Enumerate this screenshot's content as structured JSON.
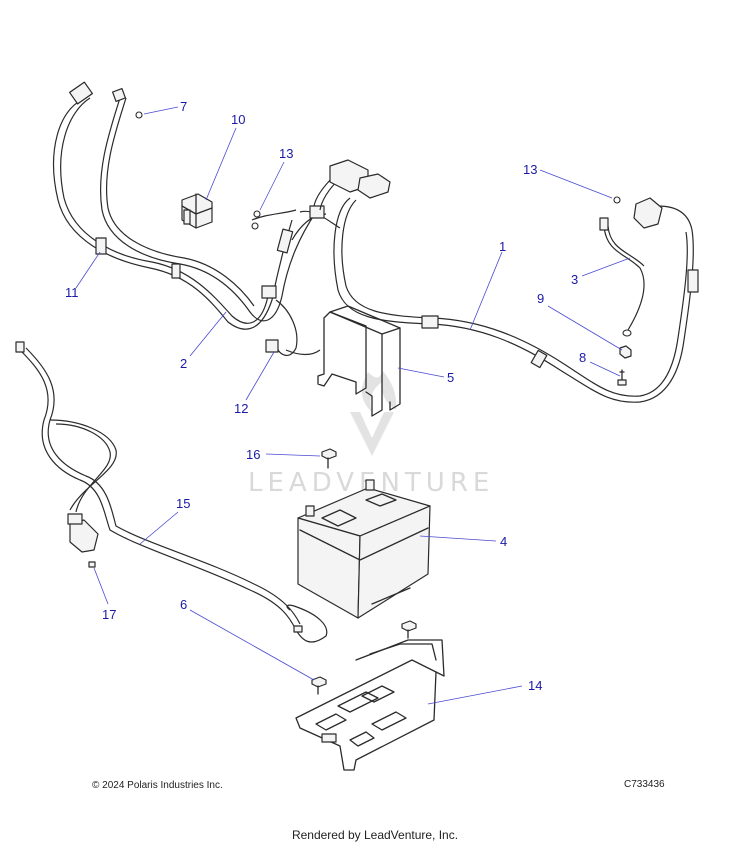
{
  "callouts": [
    {
      "label": "7"
    },
    {
      "label": "10"
    },
    {
      "label": "13"
    },
    {
      "label": "13"
    },
    {
      "label": "1"
    },
    {
      "label": "3"
    },
    {
      "label": "9"
    },
    {
      "label": "8"
    },
    {
      "label": "11"
    },
    {
      "label": "2"
    },
    {
      "label": "5"
    },
    {
      "label": "12"
    },
    {
      "label": "16"
    },
    {
      "label": "15"
    },
    {
      "label": "4"
    },
    {
      "label": "6"
    },
    {
      "label": "17"
    },
    {
      "label": "14"
    }
  ],
  "watermark": "LEADVENTURE",
  "footer": {
    "copyright": "© 2024 Polaris Industries Inc.",
    "diagram_code": "C733436",
    "rendered_by": "Rendered by LeadVenture, Inc."
  }
}
